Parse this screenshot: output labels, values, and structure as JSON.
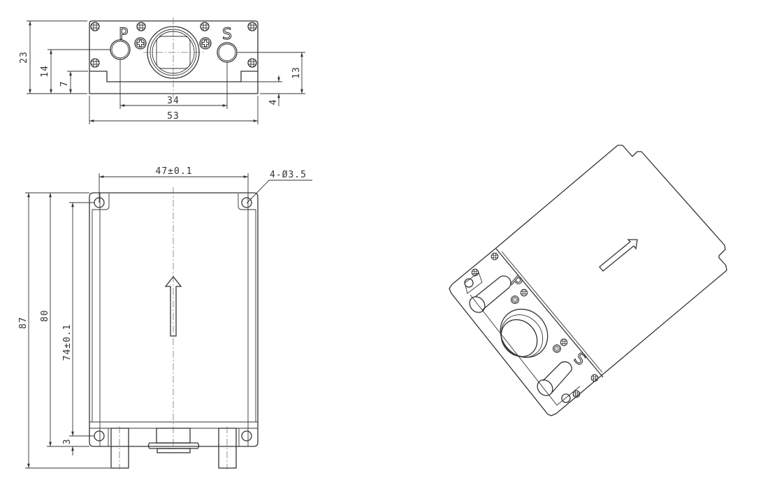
{
  "top_view": {
    "port_labels": {
      "p": "P",
      "s": "S"
    },
    "dimensions": {
      "overall_height": "23",
      "p_port_height": "14",
      "step_height": "7",
      "port_spacing": "34",
      "overall_width": "53",
      "s_port_height": "13",
      "base_thickness": "4"
    }
  },
  "front_view": {
    "dimensions": {
      "hole_spacing_x": "47±0.1",
      "hole_callout": "4-Ø3.5",
      "overall_length": "87",
      "body_length": "80",
      "hole_spacing_y": "74±0.1",
      "bottom_offset": "3"
    }
  },
  "iso_view": {
    "port_labels": {
      "p": "P",
      "s": "S"
    }
  }
}
